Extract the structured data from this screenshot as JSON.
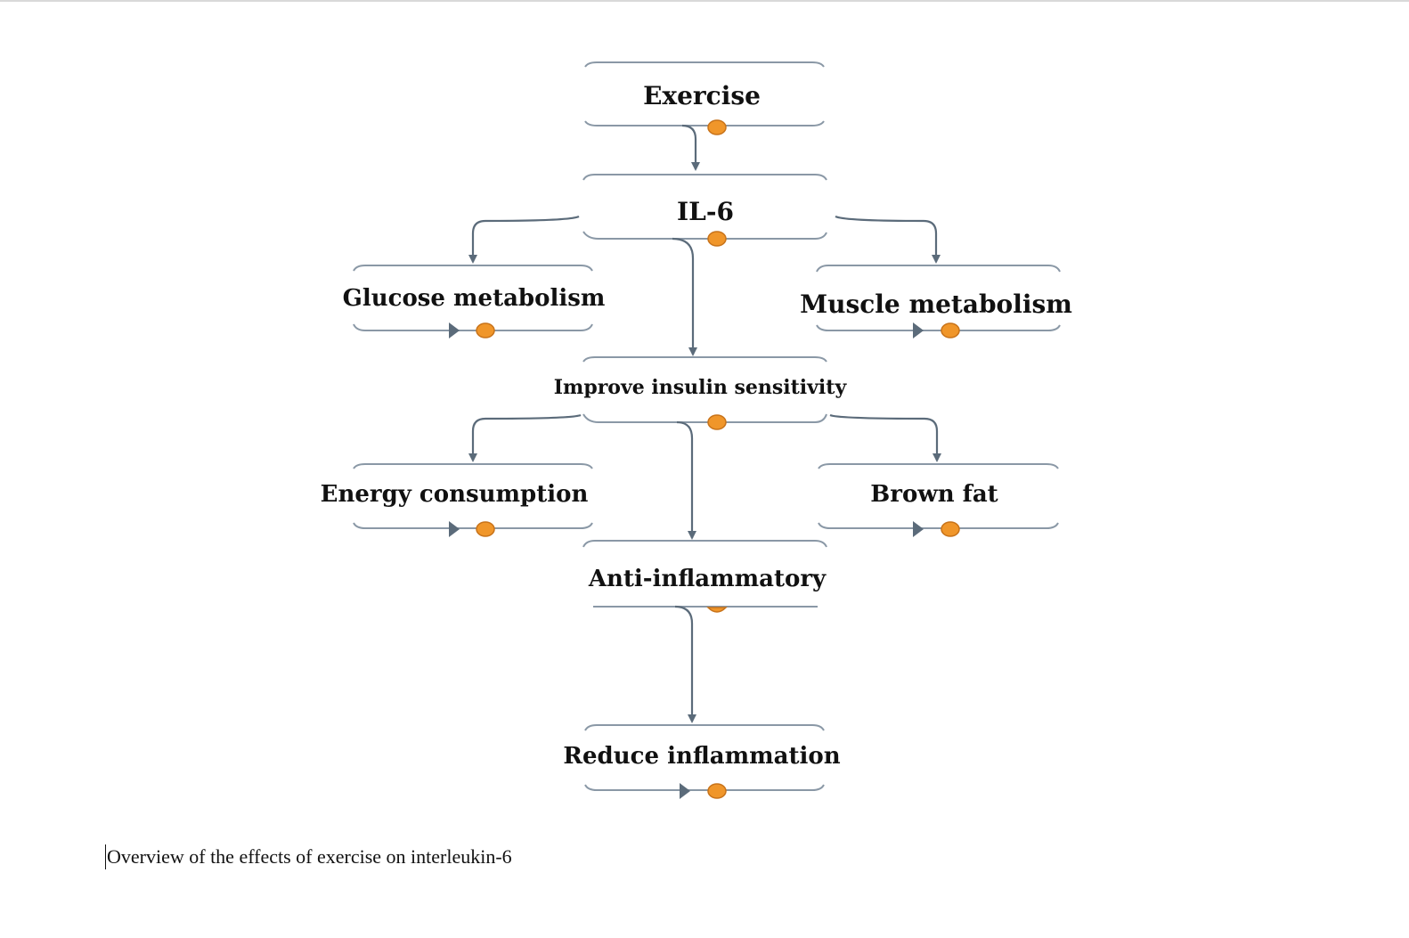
{
  "diagram": {
    "nodes": [
      {
        "id": "exercise",
        "label": "Exercise"
      },
      {
        "id": "il6",
        "label": "IL-6"
      },
      {
        "id": "glucose",
        "label": "Glucose metabolism"
      },
      {
        "id": "muscle",
        "label": "Muscle metabolism"
      },
      {
        "id": "insulin",
        "label": "Improve insulin sensitivity"
      },
      {
        "id": "energy",
        "label": "Energy consumption"
      },
      {
        "id": "brownfat",
        "label": "Brown fat"
      },
      {
        "id": "antiinflam",
        "label": "Anti-inflammatory"
      },
      {
        "id": "reduce",
        "label": "Reduce inflammation"
      }
    ],
    "edges": [
      {
        "from": "exercise",
        "to": "il6"
      },
      {
        "from": "il6",
        "to": "glucose"
      },
      {
        "from": "il6",
        "to": "muscle"
      },
      {
        "from": "il6",
        "to": "insulin"
      },
      {
        "from": "insulin",
        "to": "energy"
      },
      {
        "from": "insulin",
        "to": "brownfat"
      },
      {
        "from": "insulin",
        "to": "antiinflam"
      },
      {
        "from": "antiinflam",
        "to": "reduce"
      }
    ],
    "colors": {
      "line": "#5b6b7a",
      "border": "#8a98a6",
      "dot_fill": "#f0962a",
      "dot_stroke": "#c8731a"
    }
  },
  "caption": "Overview of the effects of exercise on interleukin-6"
}
